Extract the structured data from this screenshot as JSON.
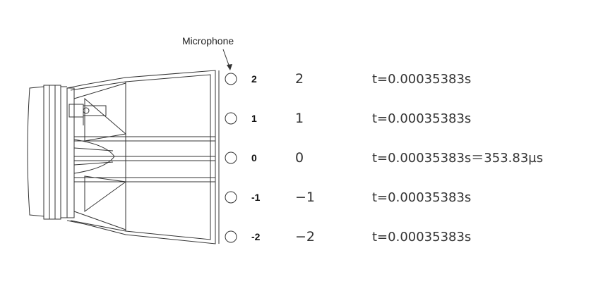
{
  "microphone_label": "Microphone",
  "rows": [
    {
      "position": "2",
      "index": "2",
      "time": "t=0.00035383s"
    },
    {
      "position": "1",
      "index": "1",
      "time": "t=0.00035383s"
    },
    {
      "position": "0",
      "index": "0",
      "time": "t=0.00035383s＝353.83µs"
    },
    {
      "position": "-1",
      "index": "−1",
      "time": "t=0.00035383s"
    },
    {
      "position": "-2",
      "index": "−2",
      "time": "t=0.00035383s"
    }
  ],
  "colors": {
    "stroke": "#333333",
    "text": "#222222"
  }
}
